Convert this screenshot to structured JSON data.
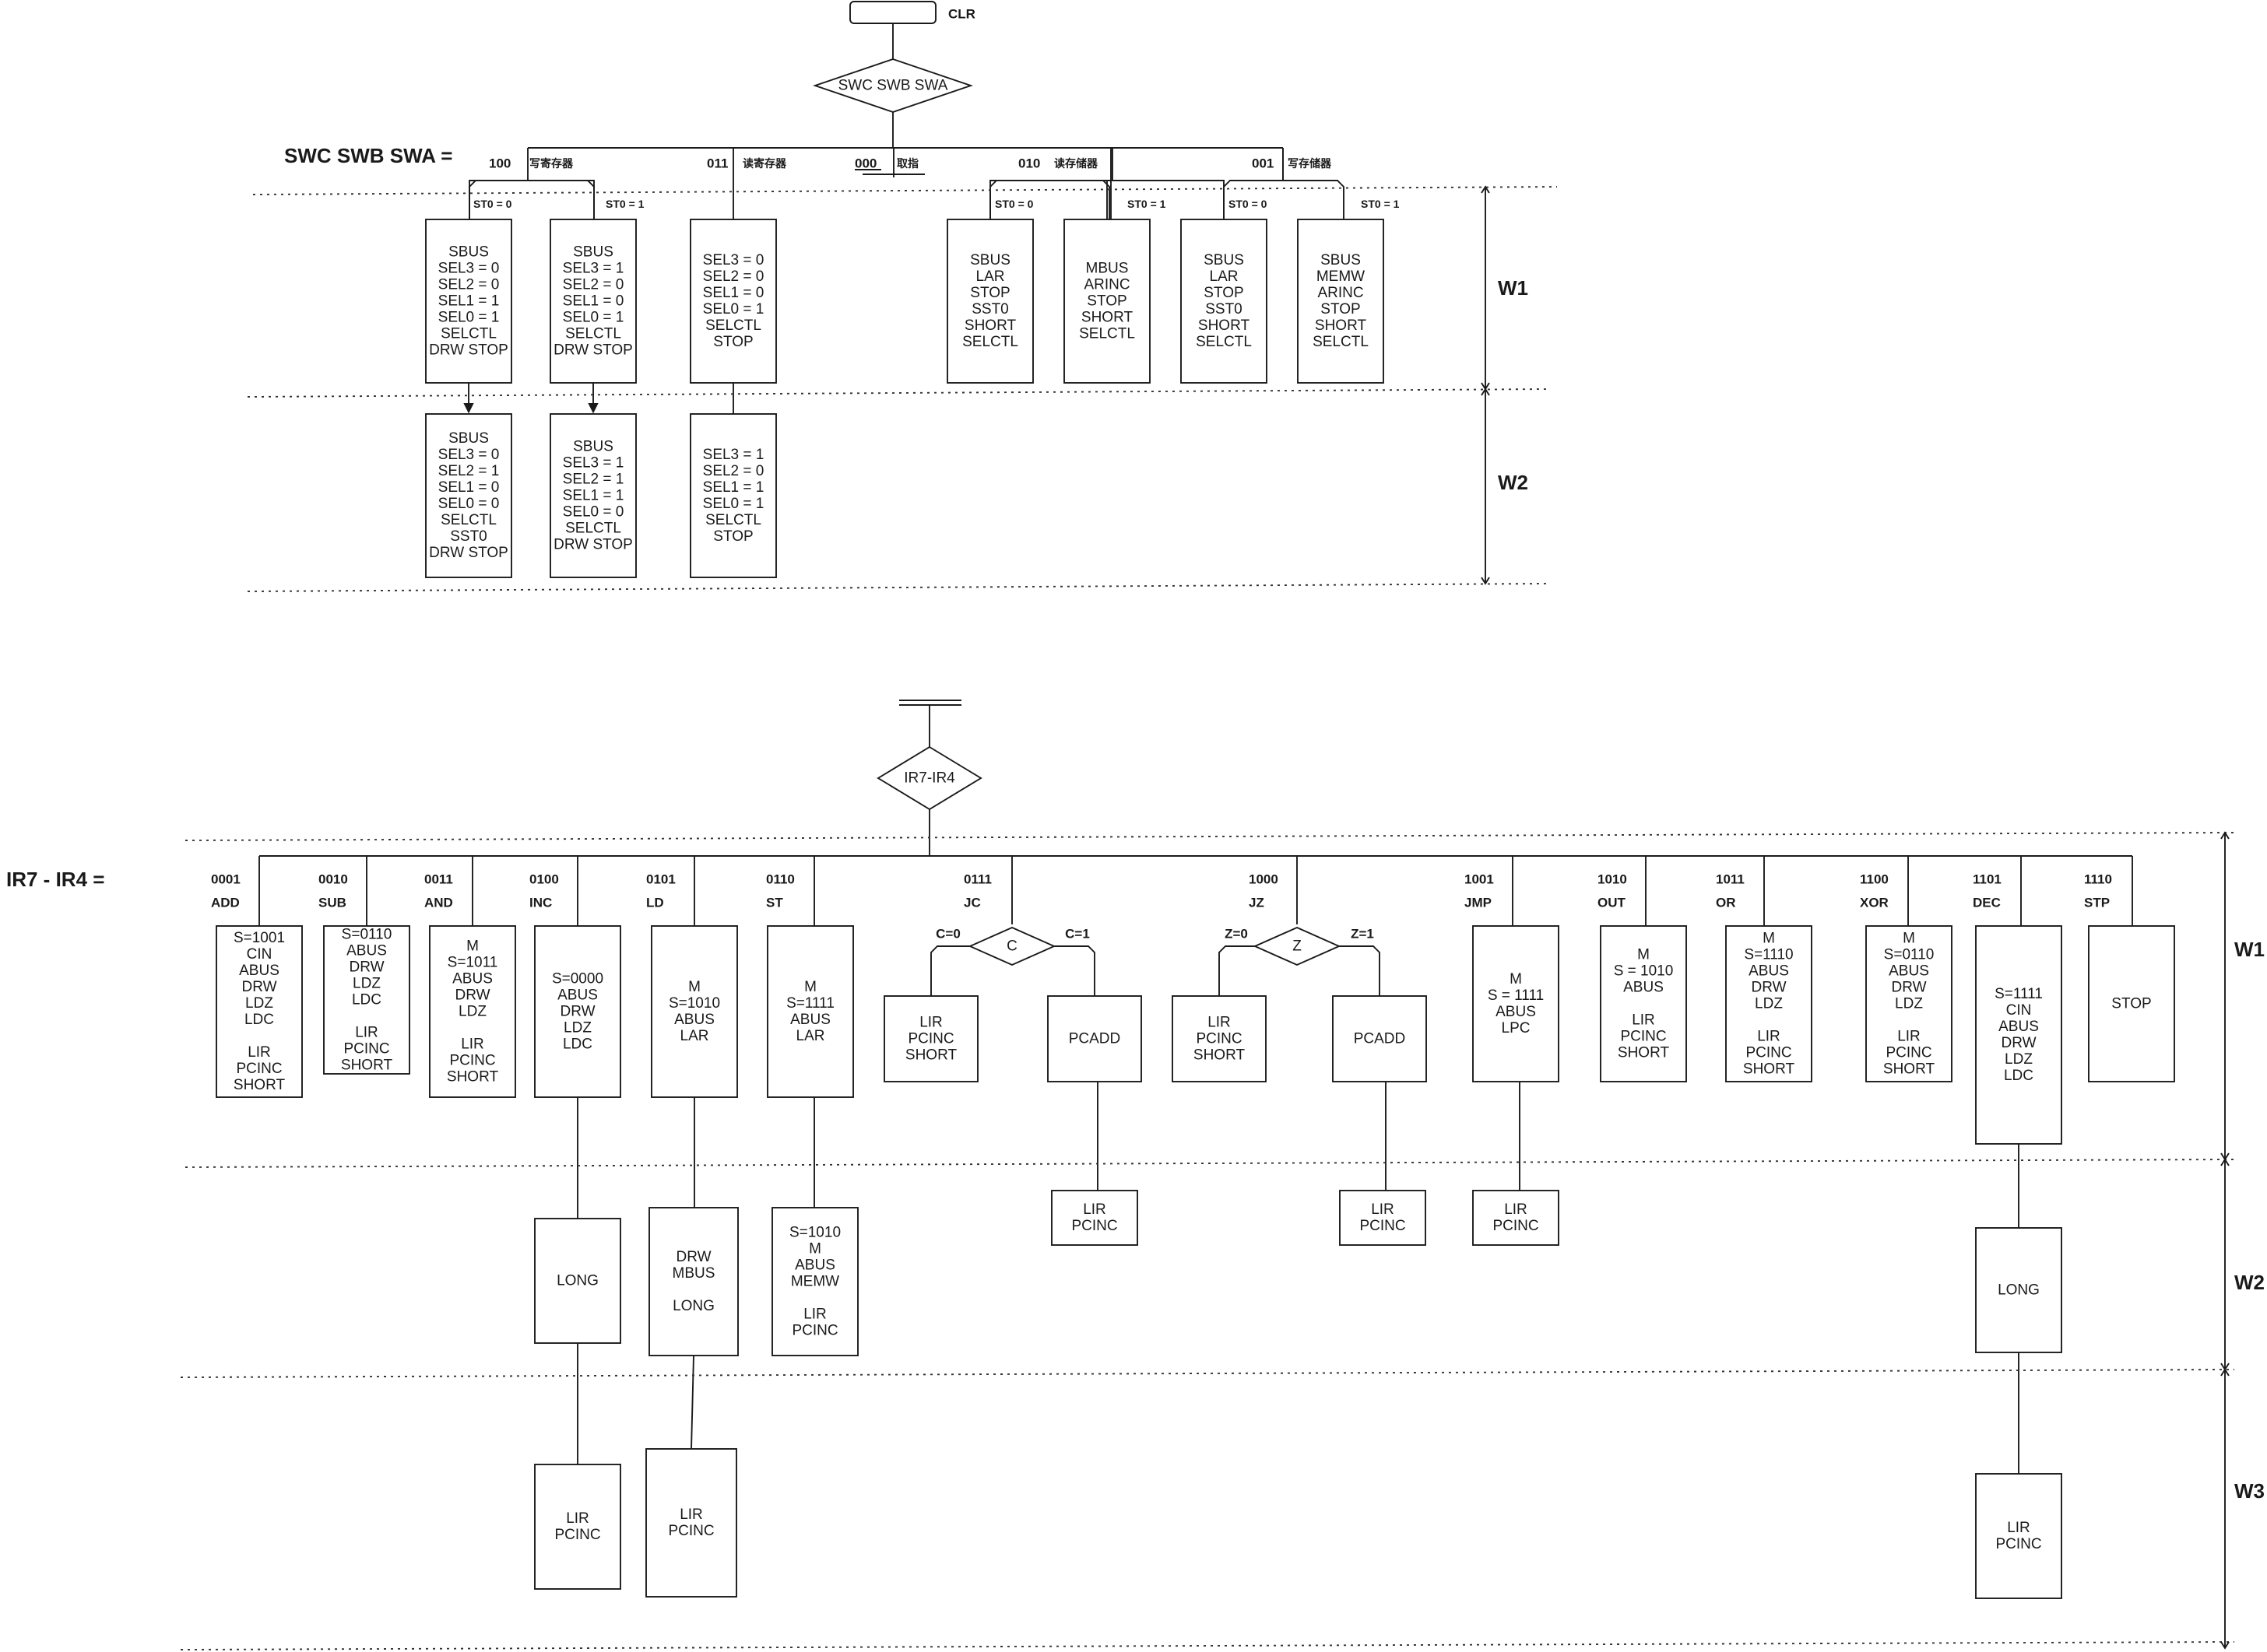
{
  "clr": {
    "label": "CLR"
  },
  "switch": {
    "decision": "SWC SWB SWA",
    "selector_label": "SWC SWB SWA =",
    "branches": [
      {
        "code": "100",
        "label": "写寄存器"
      },
      {
        "code": "011",
        "label": "读寄存器"
      },
      {
        "code": "000",
        "label": "取指"
      },
      {
        "code": "010",
        "label": "读存储器"
      },
      {
        "code": "001",
        "label": "写存储器"
      }
    ],
    "st0": [
      "ST0 = 0",
      "ST0 = 1",
      "ST0 = 0",
      "ST0 = 1",
      "ST0 = 0",
      "ST0 = 1"
    ],
    "w1_boxes": [
      [
        "SBUS",
        "SEL3 = 0",
        "SEL2 = 0",
        "SEL1 = 1",
        "SEL0 = 1",
        "SELCTL",
        "DRW STOP"
      ],
      [
        "SBUS",
        "SEL3 = 1",
        "SEL2 = 0",
        "SEL1 = 0",
        "SEL0 = 1",
        "SELCTL",
        "DRW STOP"
      ],
      [
        "SEL3 = 0",
        "SEL2 = 0",
        "SEL1 = 0",
        "SEL0 = 1",
        "SELCTL",
        "STOP"
      ],
      [
        "SBUS",
        "LAR",
        "STOP",
        "SST0",
        "SHORT",
        "SELCTL"
      ],
      [
        "MBUS",
        "ARINC",
        "STOP",
        "SHORT",
        "SELCTL"
      ],
      [
        "SBUS",
        "LAR",
        "STOP",
        "SST0",
        "SHORT",
        "SELCTL"
      ],
      [
        "SBUS",
        "MEMW",
        "ARINC",
        "STOP",
        "SHORT",
        "SELCTL"
      ]
    ],
    "w2_boxes": [
      [
        "SBUS",
        "SEL3 = 0",
        "SEL2 = 1",
        "SEL1 = 0",
        "SEL0 = 0",
        "SELCTL",
        "SST0",
        "DRW STOP"
      ],
      [
        "SBUS",
        "SEL3 = 1",
        "SEL2 = 1",
        "SEL1 = 1",
        "SEL0 = 0",
        "SELCTL",
        "DRW STOP"
      ],
      [
        "SEL3 = 1",
        "SEL2 = 0",
        "SEL1 = 1",
        "SEL0 = 1",
        "SELCTL",
        "STOP"
      ]
    ],
    "phases": [
      "W1",
      "W2"
    ]
  },
  "instr": {
    "decision": "IR7-IR4",
    "selector_label": "IR7 - IR4 =",
    "ops": [
      {
        "code": "0001",
        "name": "ADD"
      },
      {
        "code": "0010",
        "name": "SUB"
      },
      {
        "code": "0011",
        "name": "AND"
      },
      {
        "code": "0100",
        "name": "INC"
      },
      {
        "code": "0101",
        "name": "LD"
      },
      {
        "code": "0110",
        "name": "ST"
      },
      {
        "code": "0111",
        "name": "JC"
      },
      {
        "code": "1000",
        "name": "JZ"
      },
      {
        "code": "1001",
        "name": "JMP"
      },
      {
        "code": "1010",
        "name": "OUT"
      },
      {
        "code": "1011",
        "name": "OR"
      },
      {
        "code": "1100",
        "name": "XOR"
      },
      {
        "code": "1101",
        "name": "DEC"
      },
      {
        "code": "1110",
        "name": "STP"
      }
    ],
    "w1_boxes": [
      [
        "S=1001",
        "CIN",
        "ABUS",
        "DRW",
        "LDZ",
        "LDC",
        "",
        "LIR",
        "PCINC",
        "SHORT"
      ],
      [
        "S=0110",
        "ABUS",
        "DRW",
        "LDZ",
        "LDC",
        "",
        "LIR",
        "PCINC",
        "SHORT"
      ],
      [
        "M",
        "S=1011",
        "ABUS",
        "DRW",
        "LDZ",
        "",
        "LIR",
        "PCINC",
        "SHORT"
      ],
      [
        "S=0000",
        "ABUS",
        "DRW",
        "LDZ",
        "LDC"
      ],
      [
        "M",
        "S=1010",
        "ABUS",
        "LAR"
      ],
      [
        "M",
        "S=1111",
        "ABUS",
        "LAR"
      ],
      [
        "M",
        "S = 1111",
        "ABUS",
        "LPC"
      ],
      [
        "M",
        "S = 1010",
        "ABUS",
        "",
        "LIR",
        "PCINC",
        "SHORT"
      ],
      [
        "M",
        "S=1110",
        "ABUS",
        "DRW",
        "LDZ",
        "",
        "LIR",
        "PCINC",
        "SHORT"
      ],
      [
        "M",
        "S=0110",
        "ABUS",
        "DRW",
        "LDZ",
        "",
        "LIR",
        "PCINC",
        "SHORT"
      ],
      [
        "S=1111",
        "CIN",
        "ABUS",
        "DRW",
        "LDZ",
        "LDC"
      ],
      [
        "STOP"
      ]
    ],
    "jumps": {
      "jc": {
        "cond": "C",
        "left": "C=0",
        "right": "C=1"
      },
      "jz": {
        "cond": "Z",
        "left": "Z=0",
        "right": "Z=1"
      },
      "no_jump": [
        "LIR",
        "PCINC",
        "SHORT"
      ],
      "jump": [
        "PCADD"
      ]
    },
    "w2_boxes": [
      [
        "LONG"
      ],
      [
        "DRW",
        "MBUS",
        "",
        "LONG"
      ],
      [
        "S=1010",
        "M",
        "ABUS",
        "MEMW",
        "",
        "LIR",
        "PCINC"
      ],
      [
        "LIR",
        "PCINC"
      ],
      [
        "LIR",
        "PCINC"
      ],
      [
        "LIR",
        "PCINC"
      ],
      [
        "LONG"
      ]
    ],
    "w3_boxes": [
      [
        "LIR",
        "PCINC"
      ],
      [
        "LIR",
        "PCINC"
      ],
      [
        "LIR",
        "PCINC"
      ]
    ],
    "phases": [
      "W1",
      "W2",
      "W3"
    ]
  }
}
